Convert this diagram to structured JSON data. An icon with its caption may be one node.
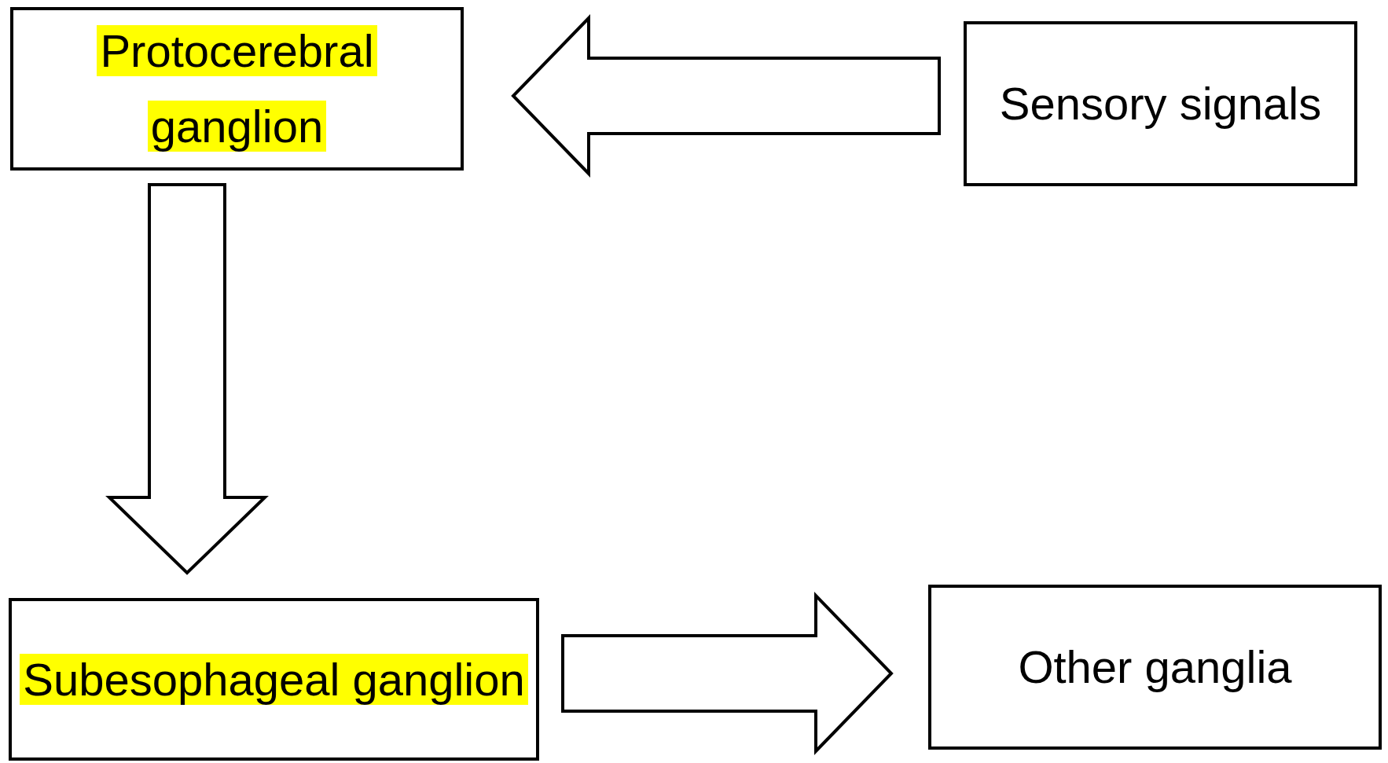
{
  "diagram": {
    "nodes": [
      {
        "text": [
          "Protocerebral ganglion"
        ]
      },
      {
        "text": [
          "Sensory signals"
        ]
      },
      {
        "text": [
          "Subesophageal ganglion"
        ]
      },
      {
        "text": [
          "Other ganglia"
        ]
      }
    ],
    "edges": [
      {
        "from": 1,
        "to": 0,
        "arrow": "to"
      },
      {
        "from": 0,
        "to": 2,
        "arrow": "to"
      },
      {
        "from": 2,
        "to": 3,
        "arrow": "to"
      }
    ]
  }
}
